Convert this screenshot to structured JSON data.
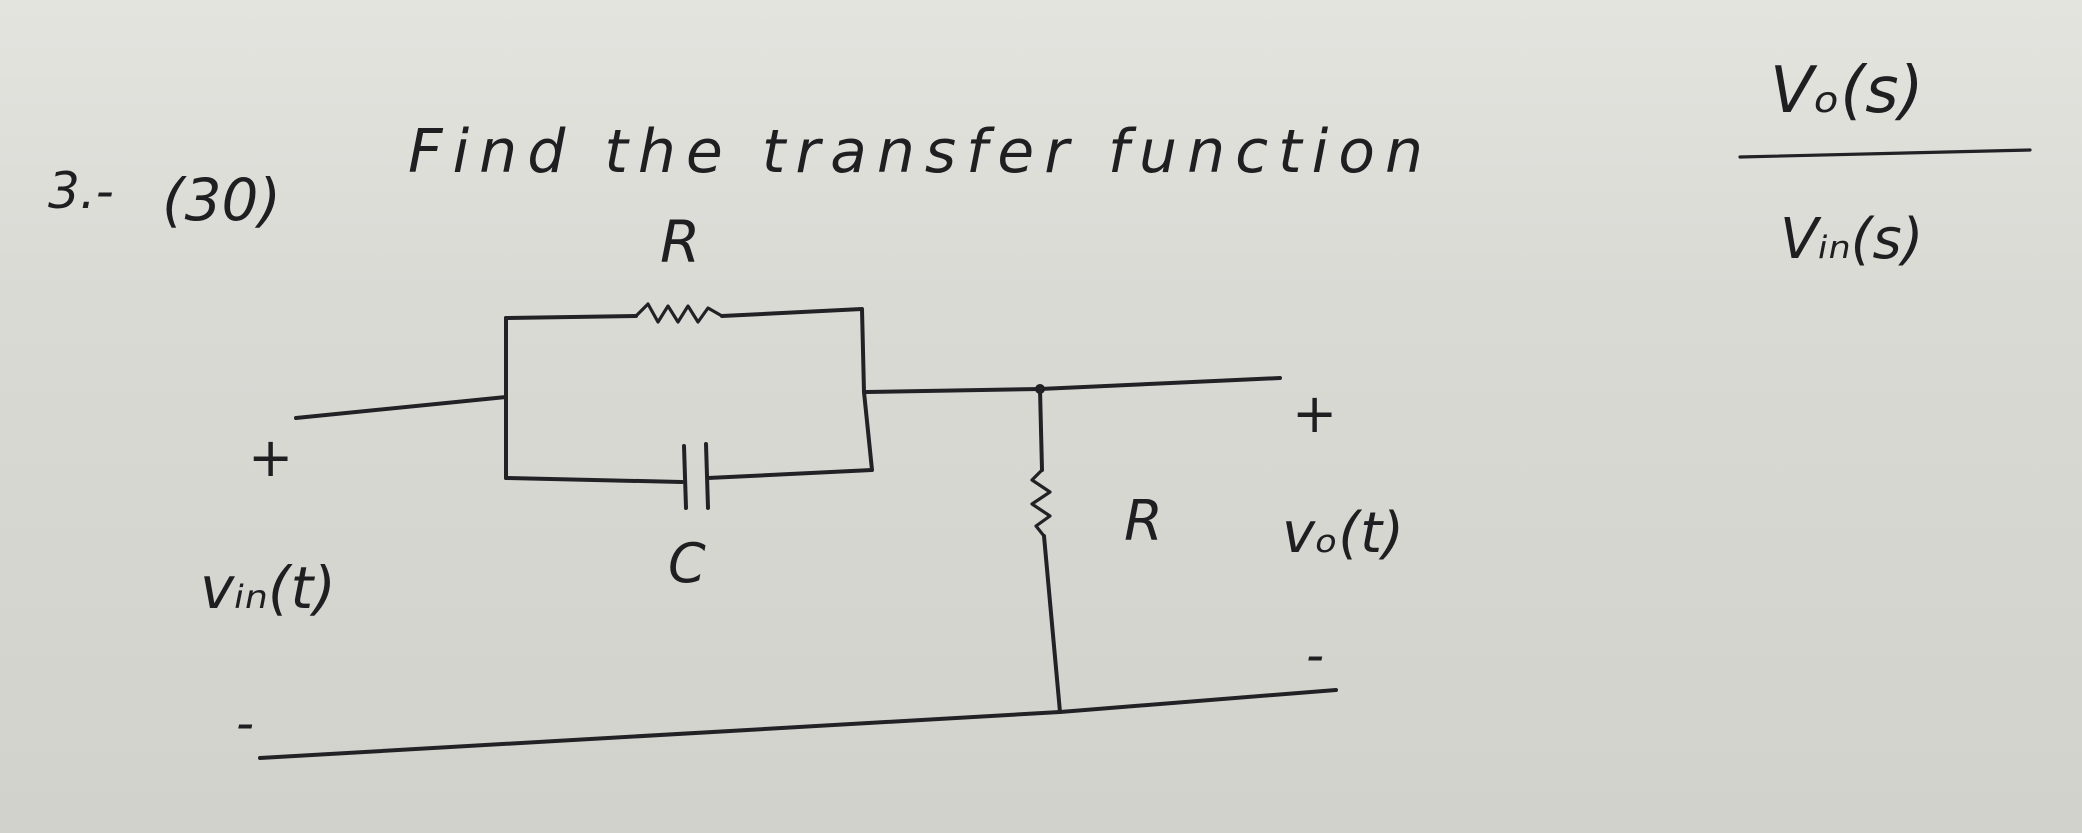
{
  "problem": {
    "number": "3.-",
    "points": "(30)",
    "statement": "Find the transfer function",
    "fraction": {
      "numerator": "Vₒ(s)",
      "denominator": "Vᵢₙ(s)"
    }
  },
  "circuit": {
    "series_resistor_label": "R",
    "capacitor_label": "C",
    "shunt_resistor_label": "R",
    "input": {
      "plus": "+",
      "minus": "-",
      "label": "vᵢₙ(t)"
    },
    "output": {
      "plus": "+",
      "minus": "-",
      "label": "vₒ(t)"
    }
  },
  "colors": {
    "paper": "#dcdcd7",
    "ink": "#1f1f22"
  }
}
